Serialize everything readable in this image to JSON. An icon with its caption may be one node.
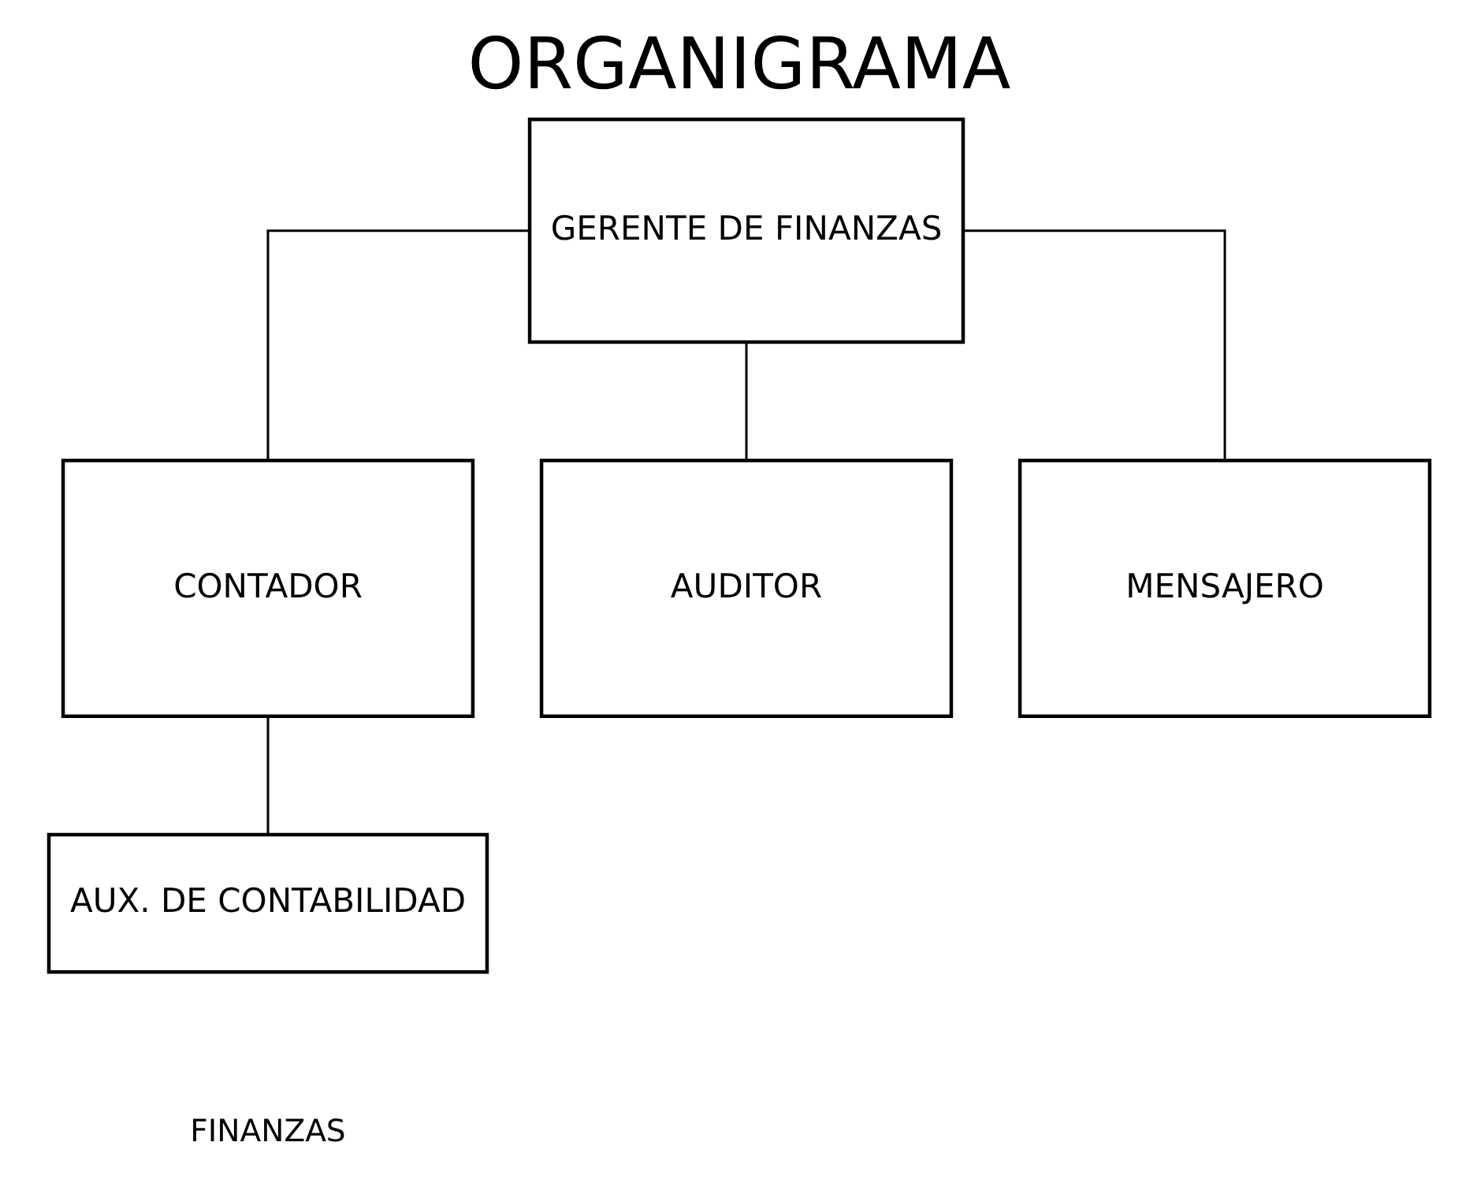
{
  "diagram": {
    "title": "ORGANIGRAMA",
    "nodes": [
      {
        "text": [
          "GERENTE DE FINANZAS"
        ]
      },
      {
        "text": [
          "CONTADOR"
        ]
      },
      {
        "text": [
          "AUDITOR"
        ]
      },
      {
        "text": [
          "MENSAJERO"
        ]
      },
      {
        "text": [
          "AUX. DE CONTABILIDAD"
        ]
      }
    ],
    "edges": [
      {
        "from": 0,
        "to": 1,
        "arrow": "none"
      },
      {
        "from": 0,
        "to": 2,
        "arrow": "none"
      },
      {
        "from": 0,
        "to": 3,
        "arrow": "none"
      },
      {
        "from": 1,
        "to": 4,
        "arrow": "none"
      }
    ],
    "labels": [
      "FINANZAS"
    ]
  }
}
